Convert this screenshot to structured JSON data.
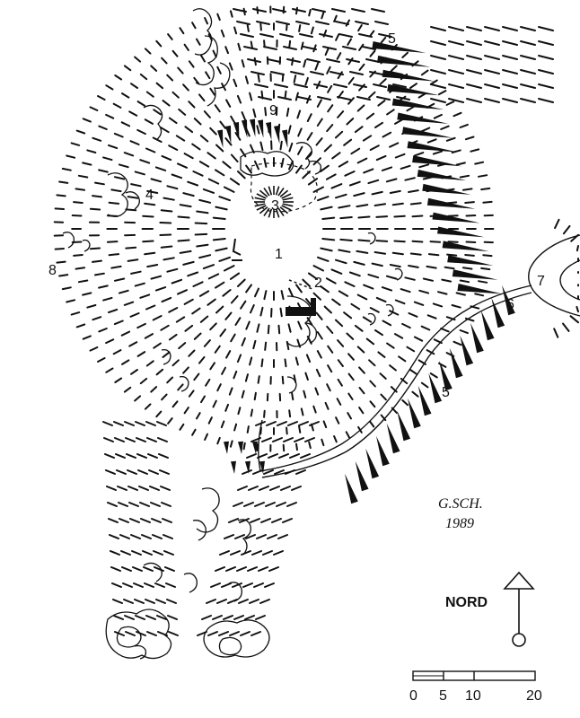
{
  "map": {
    "labels": {
      "l1": "1",
      "l2": "2",
      "l3": "3",
      "l4": "4",
      "l5a": "5",
      "l5b": "5",
      "l6": "6",
      "l7": "7",
      "l8": "8",
      "l9": "9"
    },
    "signature": {
      "initials": "G.SCH.",
      "year": "1989"
    },
    "north_label": "NORD",
    "scale": {
      "ticks": [
        "0",
        "5",
        "10",
        "20"
      ]
    },
    "ink_color": "#111111",
    "paper_color": "#ffffff"
  }
}
